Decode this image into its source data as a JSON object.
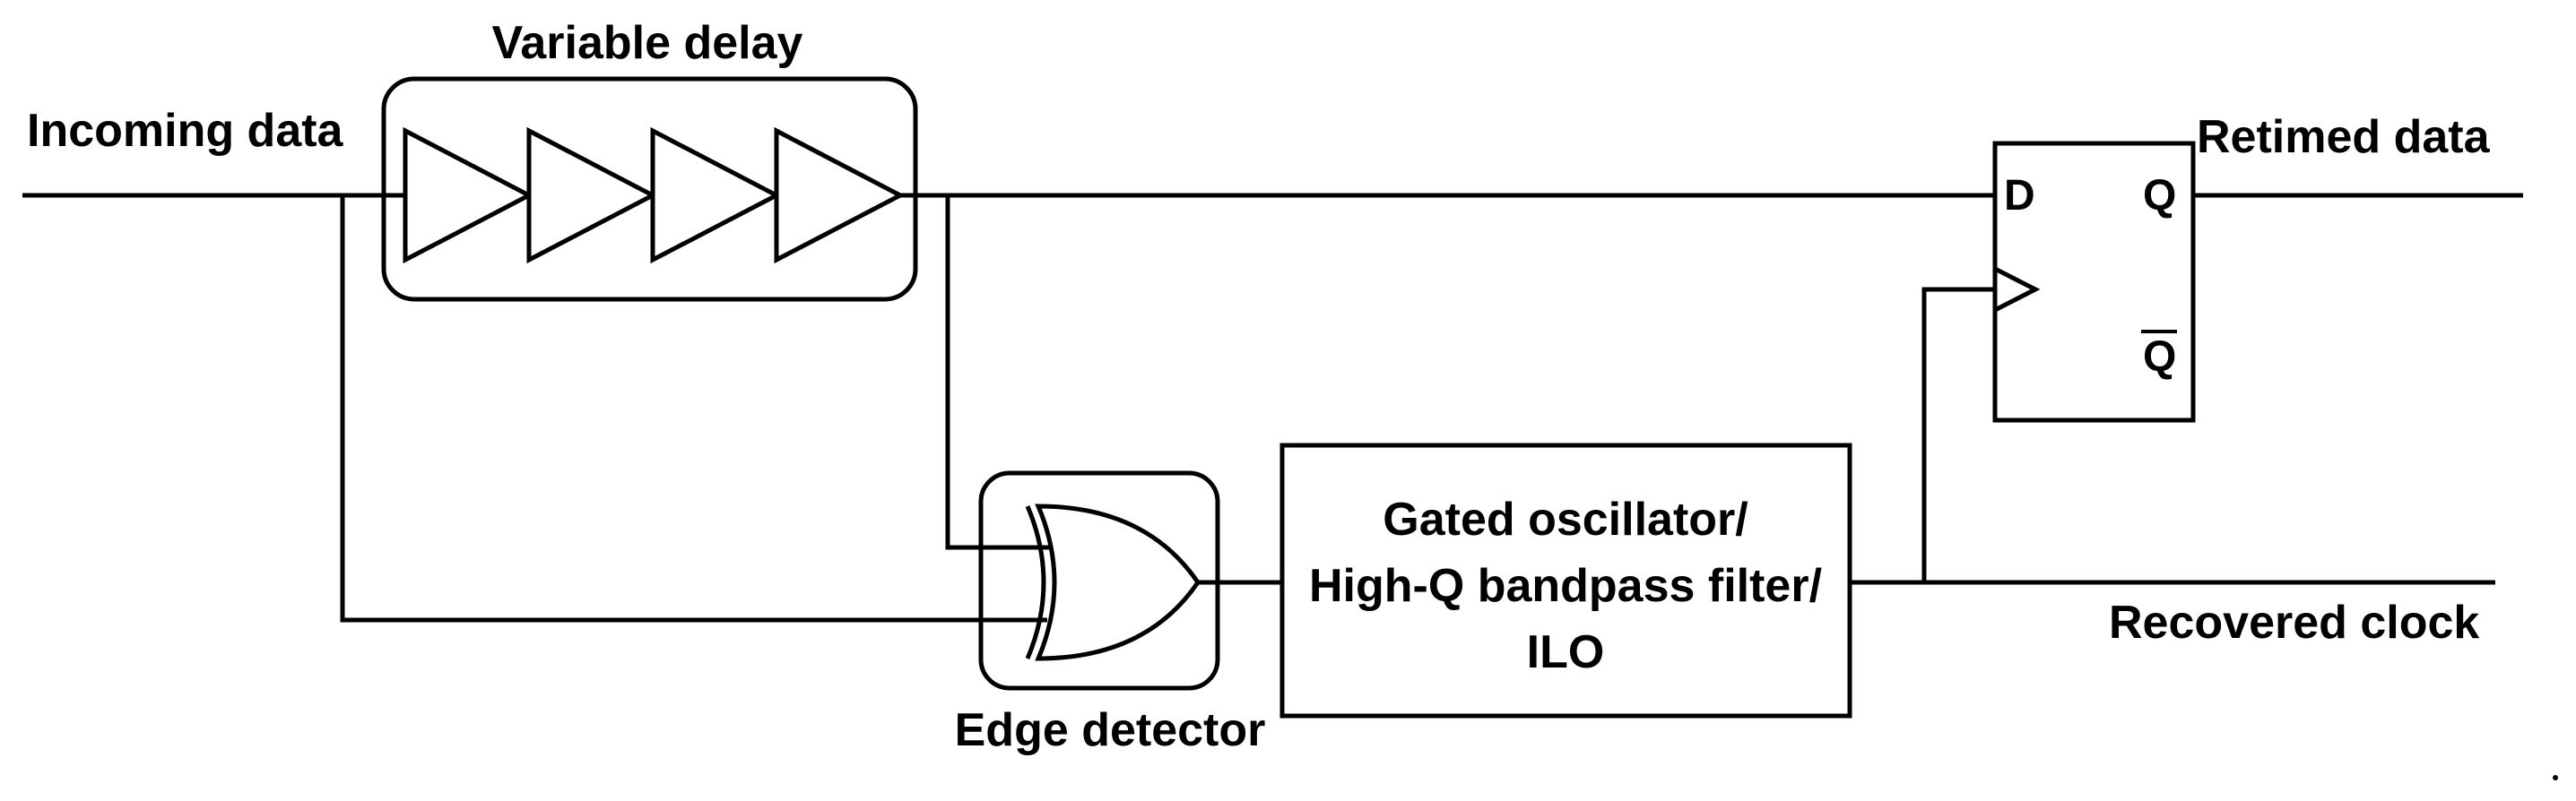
{
  "labels": {
    "incoming_data": "Incoming data",
    "variable_delay": "Variable delay",
    "edge_detector": "Edge detector",
    "filter_line1": "Gated oscillator/",
    "filter_line2": "High-Q bandpass filter/",
    "filter_line3": "ILO",
    "retimed_data": "Retimed data",
    "recovered_clock": "Recovered clock"
  },
  "flipflop": {
    "d_pin": "D",
    "q_pin": "Q",
    "qbar_pin": "Q"
  },
  "delay_buffer_count": 4,
  "colors": {
    "stroke": "#000000",
    "background": "#ffffff"
  }
}
